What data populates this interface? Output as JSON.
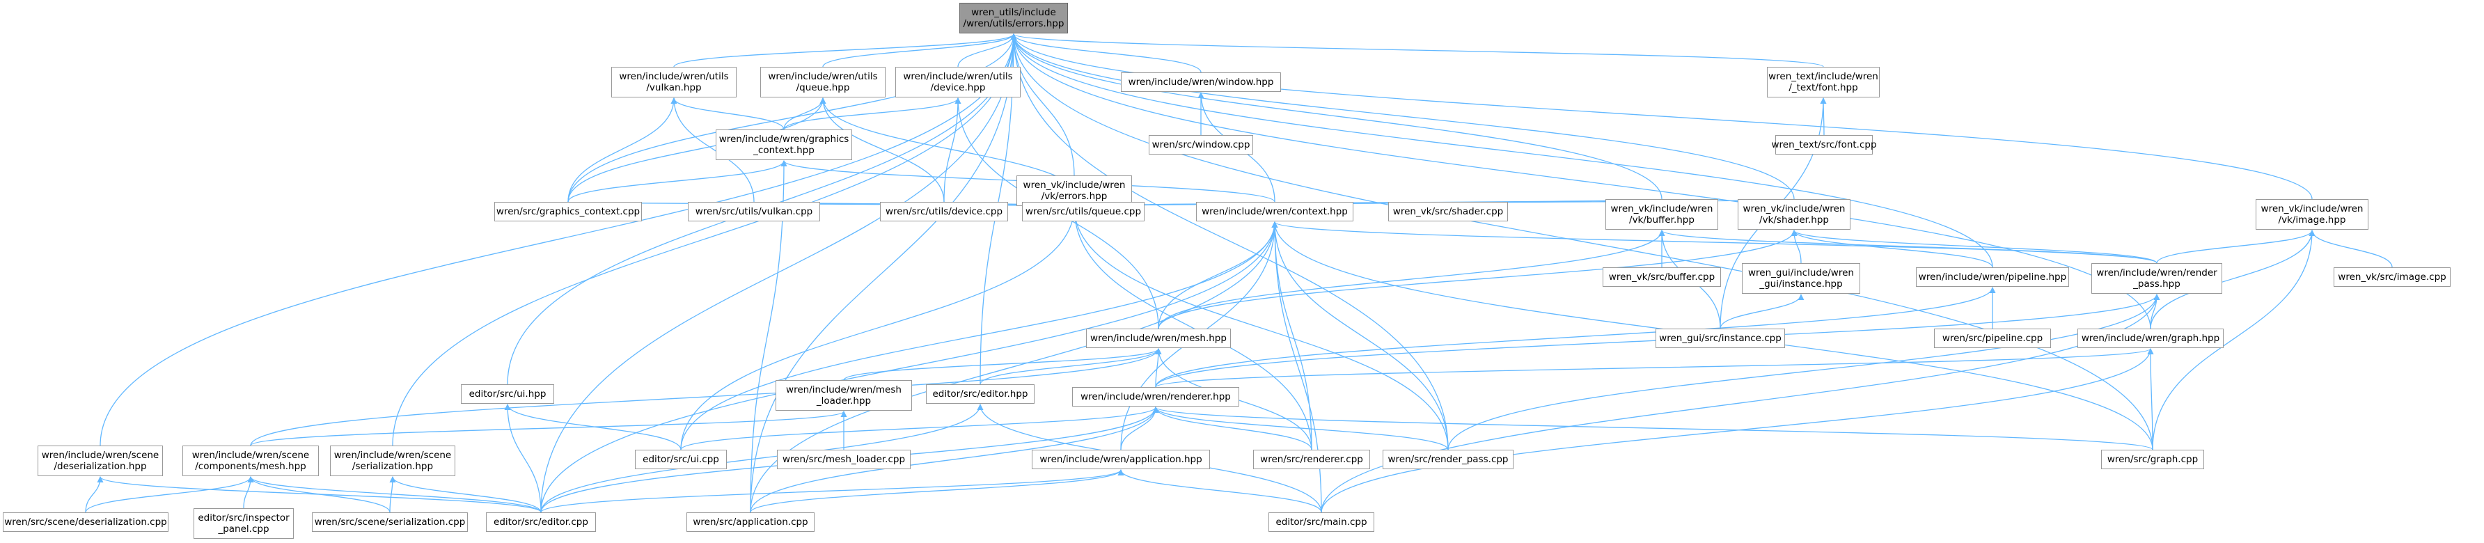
{
  "graph": {
    "accent_color": "#63b8ff",
    "nodes": {
      "root": [
        "wren_utils/include",
        "/wren/utils/errors.hpp"
      ],
      "vulkan_hpp": [
        "wren/include/wren/utils",
        "/vulkan.hpp"
      ],
      "queue_hpp": [
        "wren/include/wren/utils",
        "/queue.hpp"
      ],
      "device_hpp": [
        "wren/include/wren/utils",
        "/device.hpp"
      ],
      "window_hpp": [
        "wren/include/wren/window.hpp"
      ],
      "font_hpp": [
        "wren_text/include/wren",
        "/_text/font.hpp"
      ],
      "graphics_context_hpp": [
        "wren/include/wren/graphics",
        "_context.hpp"
      ],
      "vk_errors_hpp": [
        "wren_vk/include/wren",
        "/vk/errors.hpp"
      ],
      "window_cpp": [
        "wren/src/window.cpp"
      ],
      "font_cpp": [
        "wren_text/src/font.cpp"
      ],
      "graphics_context_cpp": [
        "wren/src/graphics_context.cpp"
      ],
      "utils_vulkan_cpp": [
        "wren/src/utils/vulkan.cpp"
      ],
      "utils_device_cpp": [
        "wren/src/utils/device.cpp"
      ],
      "utils_queue_cpp": [
        "wren/src/utils/queue.cpp"
      ],
      "context_hpp": [
        "wren/include/wren/context.hpp"
      ],
      "vk_shader_cpp": [
        "wren_vk/src/shader.cpp"
      ],
      "vk_buffer_hpp": [
        "wren_vk/include/wren",
        "/vk/buffer.hpp"
      ],
      "vk_shader_hpp": [
        "wren_vk/include/wren",
        "/vk/shader.hpp"
      ],
      "vk_image_hpp": [
        "wren_vk/include/wren",
        "/vk/image.hpp"
      ],
      "vk_buffer_cpp": [
        "wren_vk/src/buffer.cpp"
      ],
      "gui_instance_hpp": [
        "wren_gui/include/wren",
        "_gui/instance.hpp"
      ],
      "pipeline_hpp": [
        "wren/include/wren/pipeline.hpp"
      ],
      "render_pass_hpp": [
        "wren/include/wren/render",
        "_pass.hpp"
      ],
      "vk_image_cpp": [
        "wren_vk/src/image.cpp"
      ],
      "mesh_hpp": [
        "wren/include/wren/mesh.hpp"
      ],
      "gui_instance_cpp": [
        "wren_gui/src/instance.cpp"
      ],
      "pipeline_cpp": [
        "wren/src/pipeline.cpp"
      ],
      "graph_hpp": [
        "wren/include/wren/graph.hpp"
      ],
      "ui_hpp": [
        "editor/src/ui.hpp"
      ],
      "mesh_loader_hpp": [
        "wren/include/wren/mesh",
        "_loader.hpp"
      ],
      "editor_hpp": [
        "editor/src/editor.hpp"
      ],
      "renderer_hpp": [
        "wren/include/wren/renderer.hpp"
      ],
      "deserialization_hpp": [
        "wren/include/wren/scene",
        "/deserialization.hpp"
      ],
      "components_mesh_hpp": [
        "wren/include/wren/scene",
        "/components/mesh.hpp"
      ],
      "serialization_hpp": [
        "wren/include/wren/scene",
        "/serialization.hpp"
      ],
      "ui_cpp": [
        "editor/src/ui.cpp"
      ],
      "mesh_loader_cpp": [
        "wren/src/mesh_loader.cpp"
      ],
      "application_hpp": [
        "wren/include/wren/application.hpp"
      ],
      "renderer_cpp": [
        "wren/src/renderer.cpp"
      ],
      "render_pass_cpp": [
        "wren/src/render_pass.cpp"
      ],
      "graph_cpp": [
        "wren/src/graph.cpp"
      ],
      "deserialization_cpp": [
        "wren/src/scene/deserialization.cpp"
      ],
      "inspector_panel_cpp": [
        "editor/src/inspector",
        "_panel.cpp"
      ],
      "serialization_cpp": [
        "wren/src/scene/serialization.cpp"
      ],
      "editor_cpp": [
        "editor/src/editor.cpp"
      ],
      "application_cpp": [
        "wren/src/application.cpp"
      ],
      "main_cpp": [
        "editor/src/main.cpp"
      ]
    }
  }
}
